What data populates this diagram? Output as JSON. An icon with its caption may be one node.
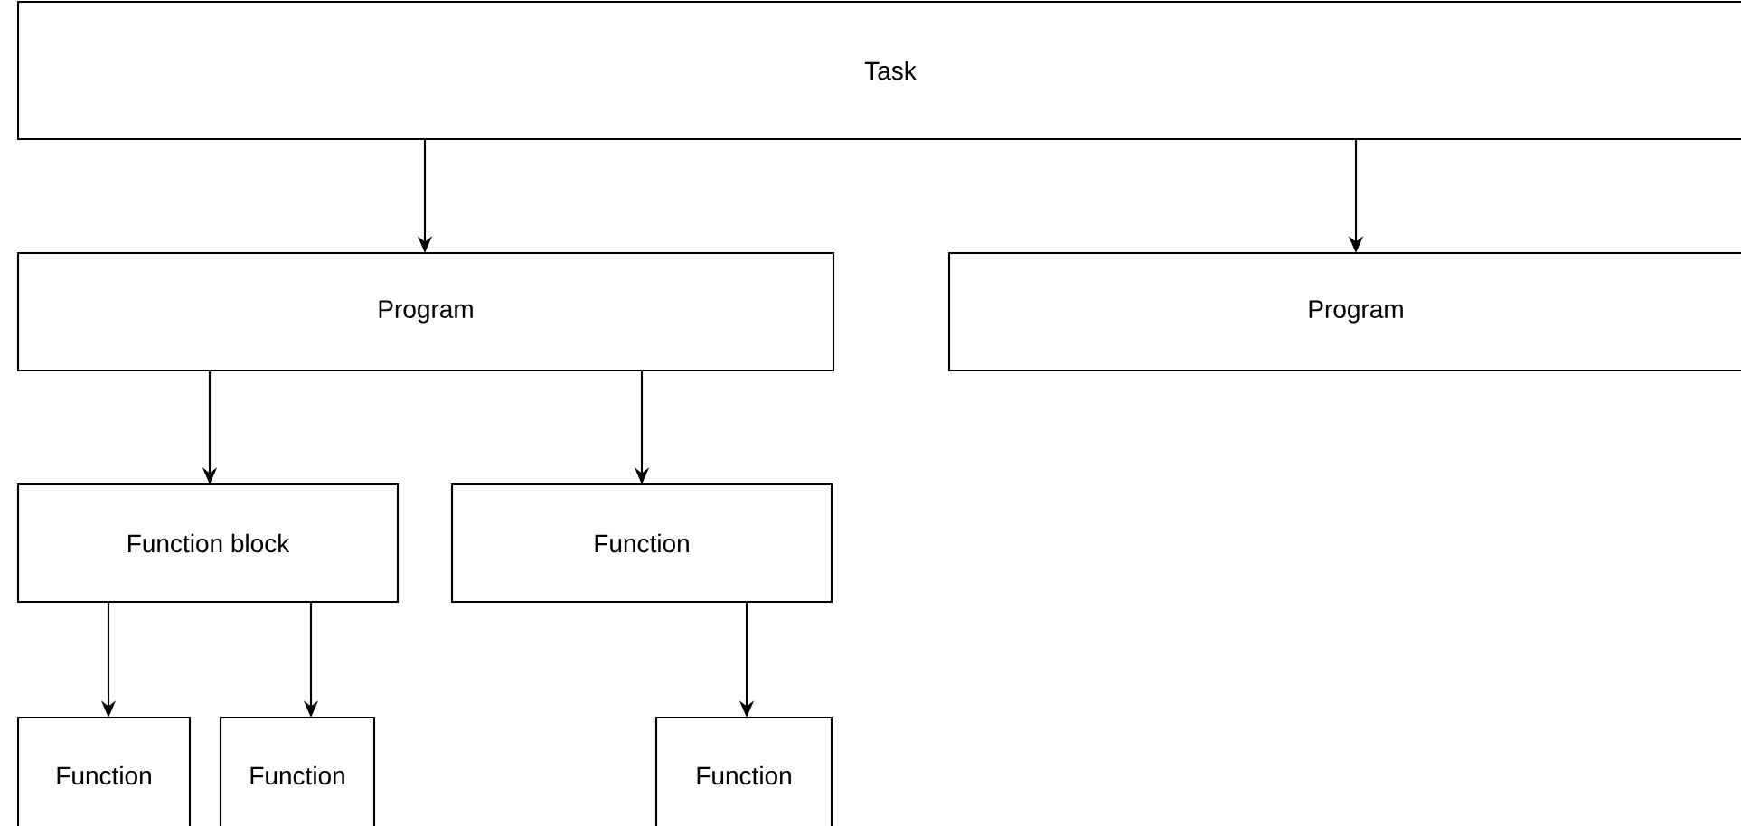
{
  "diagram": {
    "nodes": [
      {
        "text": [
          "Task"
        ]
      },
      {
        "text": [
          "Program"
        ]
      },
      {
        "text": [
          "Program"
        ]
      },
      {
        "text": [
          "Function block"
        ]
      },
      {
        "text": [
          "Function"
        ]
      },
      {
        "text": [
          "Function"
        ]
      },
      {
        "text": [
          "Function"
        ]
      },
      {
        "text": [
          "Function"
        ]
      }
    ],
    "edges": [
      {
        "from": 0,
        "to": 1,
        "arrow": "to"
      },
      {
        "from": 0,
        "to": 2,
        "arrow": "to"
      },
      {
        "from": 1,
        "to": 3,
        "arrow": "to"
      },
      {
        "from": 1,
        "to": 4,
        "arrow": "to"
      },
      {
        "from": 3,
        "to": 5,
        "arrow": "to"
      },
      {
        "from": 3,
        "to": 6,
        "arrow": "to"
      },
      {
        "from": 4,
        "to": 7,
        "arrow": "to"
      }
    ]
  }
}
